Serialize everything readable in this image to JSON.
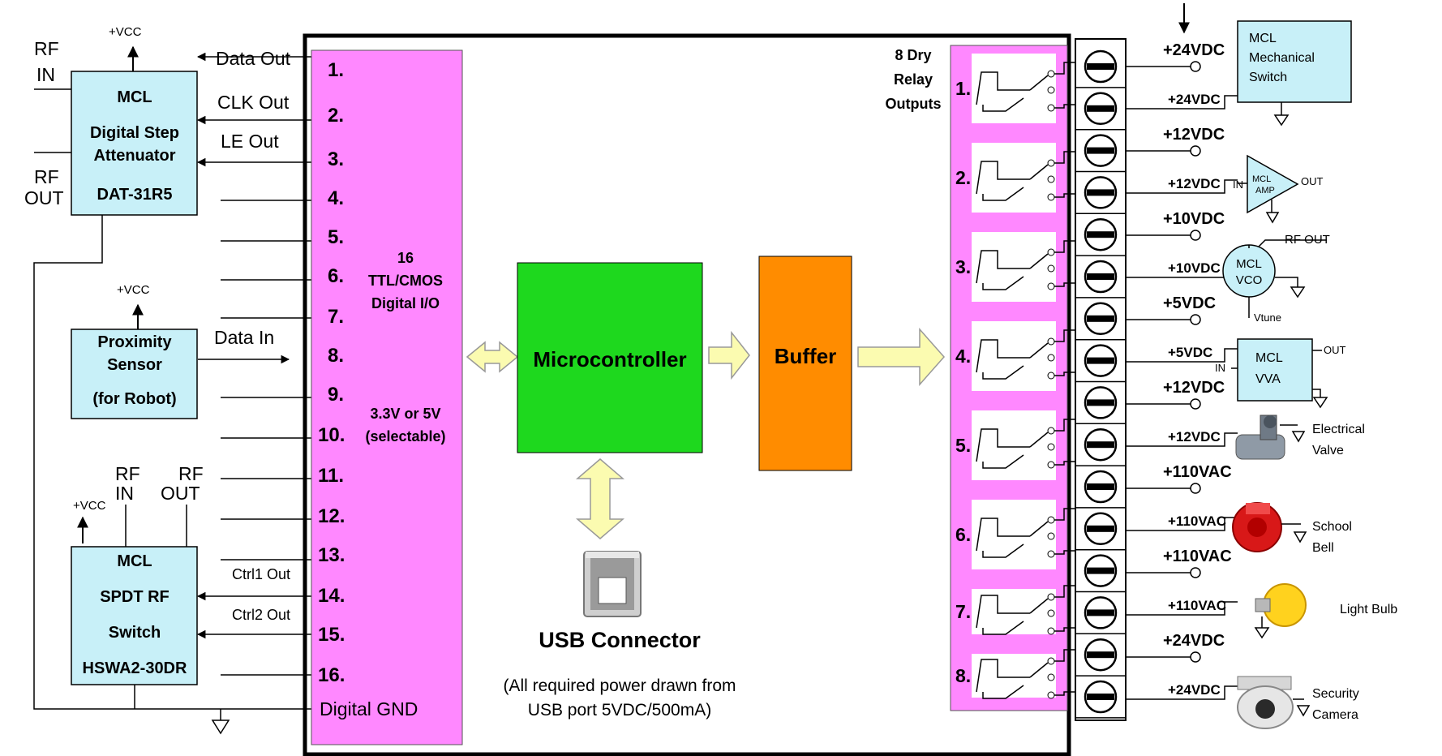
{
  "colors": {
    "io_panel": "#ff88ff",
    "micro": "#1ed81e",
    "buffer": "#ff8c00",
    "box": "#c8f0f8",
    "arrow_fill": "#fbfbb0",
    "relay_panel": "#ff88ff"
  },
  "left": {
    "rf_in": [
      "RF",
      "IN"
    ],
    "rf_out": [
      "RF",
      "OUT"
    ],
    "vcc": "+VCC",
    "attenuator": {
      "lines": [
        "MCL",
        "Digital Step",
        "Attenuator",
        "DAT-31R5"
      ]
    },
    "data_out": "Data Out",
    "clk_out": "CLK Out",
    "le_out": "LE   Out",
    "proximity": {
      "lines": [
        "Proximity",
        "Sensor",
        "(for Robot)"
      ]
    },
    "data_in": "Data  In",
    "switch": {
      "lines": [
        "MCL",
        "SPDT RF",
        "Switch",
        "HSWA2-30DR"
      ]
    },
    "ctrl1": "Ctrl1 Out",
    "ctrl2": "Ctrl2 Out"
  },
  "io": {
    "pins": [
      "1.",
      "2.",
      "3.",
      "4.",
      "5.",
      "6.",
      "7.",
      "8.",
      "9.",
      "10.",
      "11.",
      "12.",
      "13.",
      "14.",
      "15.",
      "16."
    ],
    "title": [
      "16",
      "TTL/CMOS",
      "Digital I/O"
    ],
    "voltage": [
      "3.3V or 5V",
      "(selectable)"
    ],
    "gnd": "Digital GND"
  },
  "center": {
    "micro": "Microcontroller",
    "buffer": "Buffer",
    "usb": "USB Connector",
    "power_note": [
      "(All required power drawn from",
      "USB port 5VDC/500mA)"
    ]
  },
  "relays": {
    "title": [
      "8 Dry",
      "Relay",
      "Outputs"
    ],
    "numbers": [
      "1.",
      "2.",
      "3.",
      "4.",
      "5.",
      "6.",
      "7.",
      "8."
    ]
  },
  "right": {
    "supplies_top": [
      "+24VDC",
      "+12VDC",
      "+10VDC",
      "+5VDC",
      "+12VDC",
      "+110VAC",
      "+110VAC",
      "+24VDC"
    ],
    "supplies_bottom": [
      "+24VDC",
      "+12VDC",
      "+10VDC",
      "+5VDC",
      "+12VDC",
      "+110VAC",
      "+110VAC",
      "+24VDC"
    ],
    "mech_switch": [
      "MCL",
      "Mechanical",
      "Switch"
    ],
    "amp": {
      "in": "IN",
      "out": "OUT",
      "labels": [
        "MCL",
        "AMP"
      ]
    },
    "vco": {
      "labels": [
        "MCL",
        "VCO"
      ],
      "rf_out": "RF OUT",
      "vtune": "Vtune"
    },
    "vva": {
      "labels": [
        "MCL",
        "VVA"
      ],
      "in": "IN",
      "out": "OUT"
    },
    "valve": [
      "Electrical",
      "Valve"
    ],
    "bell": [
      "School",
      "Bell"
    ],
    "bulb": "Light Bulb",
    "camera": [
      "Security",
      "Camera"
    ]
  }
}
